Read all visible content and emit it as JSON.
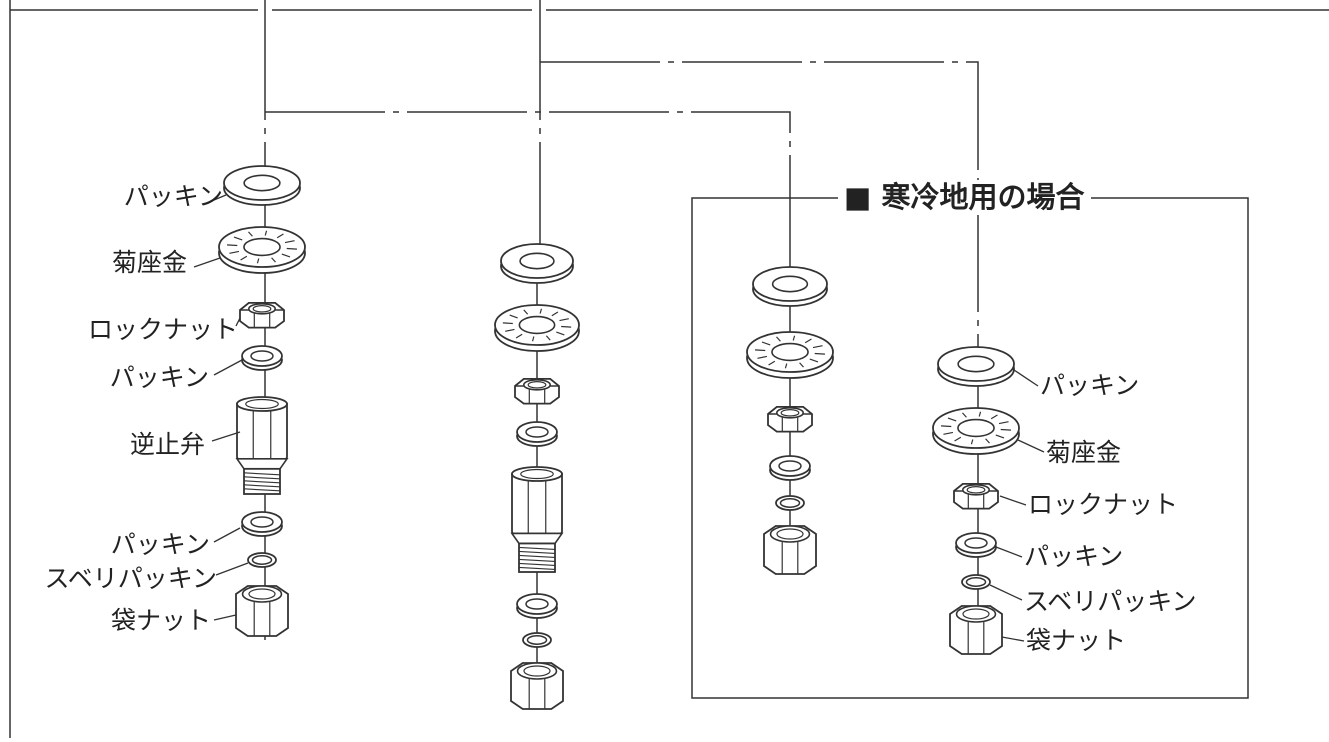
{
  "cold_region": {
    "title": "■ 寒冷地用の場合"
  },
  "labels": {
    "left": [
      "パッキン",
      "菊座金",
      "ロックナット",
      "パッキン",
      "逆止弁",
      "パッキン",
      "スベリパッキン",
      "袋ナット"
    ],
    "right": [
      "パッキン",
      "菊座金",
      "ロックナット",
      "パッキン",
      "スベリパッキン",
      "袋ナット"
    ]
  },
  "colors": {
    "line": "#333333",
    "part_fill": "#ffffff"
  }
}
